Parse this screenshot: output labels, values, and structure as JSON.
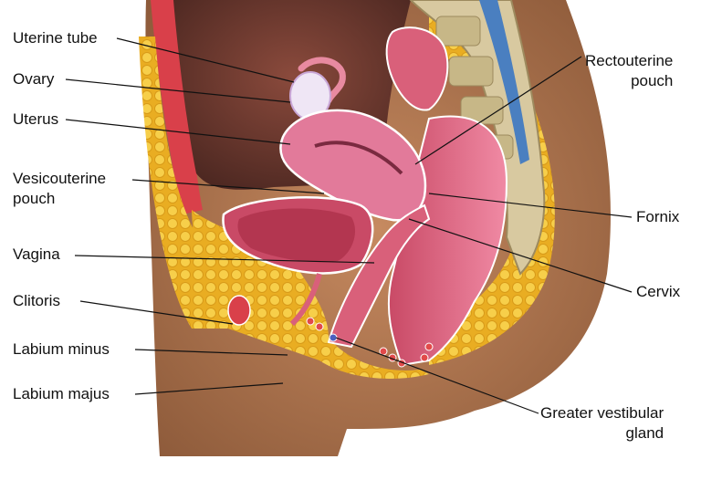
{
  "labels": {
    "uterine_tube": "Uterine tube",
    "ovary": "Ovary",
    "uterus": "Uterus",
    "vesicouterine_1": "Vesicouterine",
    "vesicouterine_2": "pouch",
    "vagina": "Vagina",
    "clitoris": "Clitoris",
    "labium_minus": "Labium minus",
    "labium_majus": "Labium majus",
    "rectouterine_1": "Rectouterine",
    "rectouterine_2": "pouch",
    "fornix": "Fornix",
    "cervix": "Cervix",
    "greater_vestibular_1": "Greater vestibular",
    "greater_vestibular_2": "gland"
  },
  "colors": {
    "skin": "#b07a55",
    "fat": "#f2c23a",
    "muscle": "#d9607a",
    "organ": "#e27a9a",
    "bone": "#d8c9a0",
    "vessel": "#e24a4a",
    "leader": "#111111"
  }
}
